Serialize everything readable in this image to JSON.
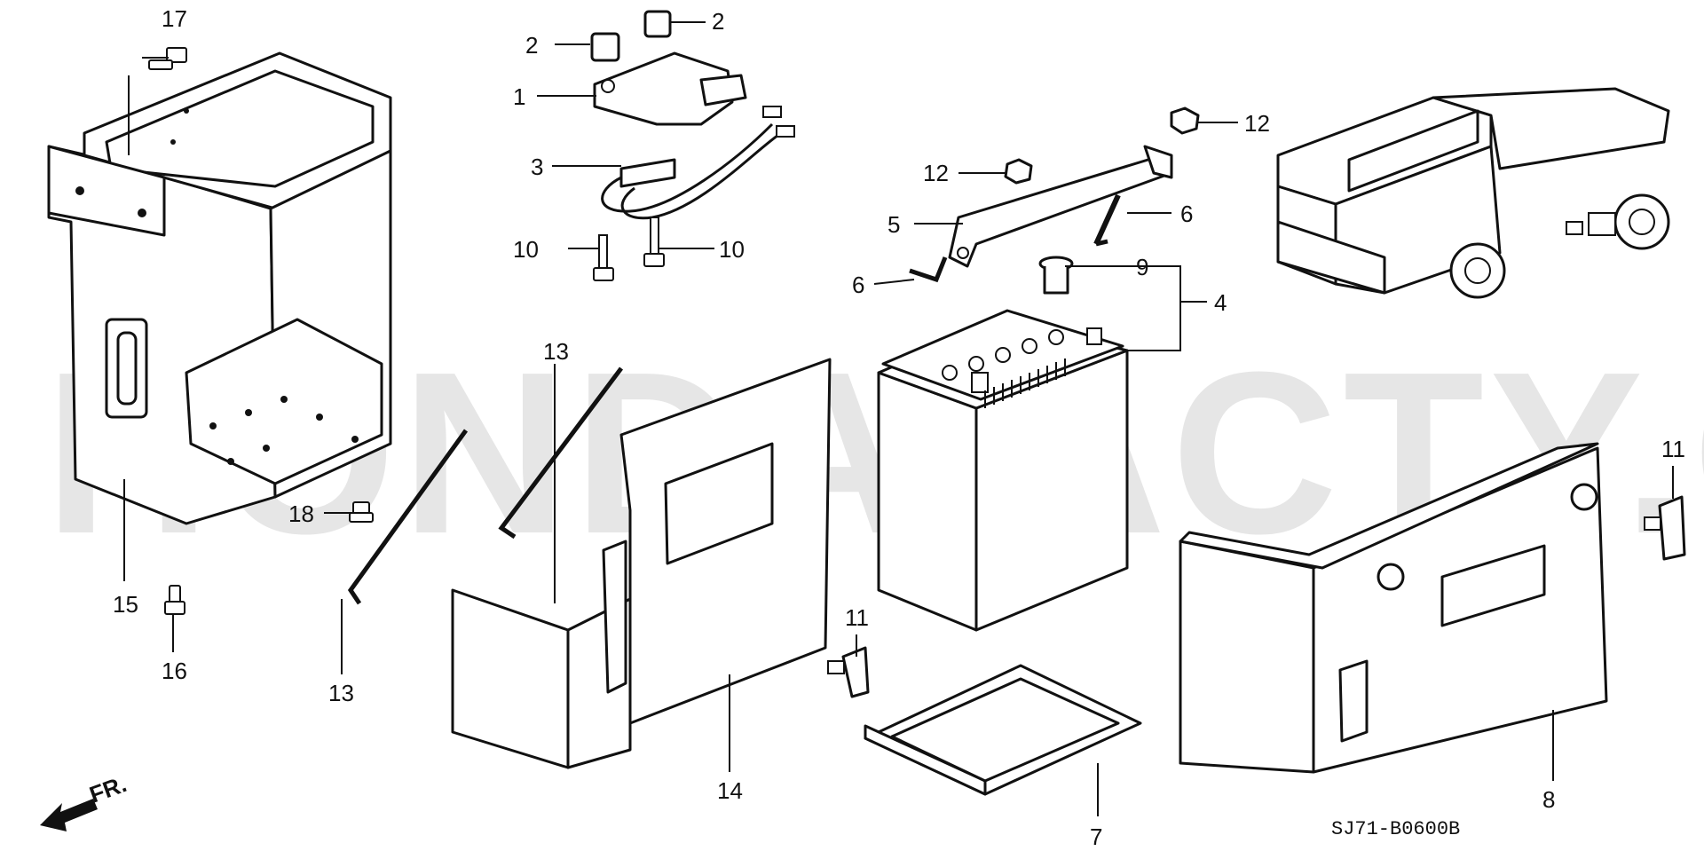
{
  "watermark": "HONDA-ACTY.COM",
  "diagram_code": "SJ71-B0600B",
  "front_indicator": "FR.",
  "callouts": [
    {
      "id": "c17",
      "text": "17"
    },
    {
      "id": "c2a",
      "text": "2"
    },
    {
      "id": "c2b",
      "text": "2"
    },
    {
      "id": "c1",
      "text": "1"
    },
    {
      "id": "c3",
      "text": "3"
    },
    {
      "id": "c10a",
      "text": "10"
    },
    {
      "id": "c10b",
      "text": "10"
    },
    {
      "id": "c12a",
      "text": "12"
    },
    {
      "id": "c12b",
      "text": "12"
    },
    {
      "id": "c5",
      "text": "5"
    },
    {
      "id": "c6a",
      "text": "6"
    },
    {
      "id": "c6b",
      "text": "6"
    },
    {
      "id": "c9",
      "text": "9"
    },
    {
      "id": "c4",
      "text": "4"
    },
    {
      "id": "c13a",
      "text": "13"
    },
    {
      "id": "c13b",
      "text": "13"
    },
    {
      "id": "c18",
      "text": "18"
    },
    {
      "id": "c15",
      "text": "15"
    },
    {
      "id": "c16",
      "text": "16"
    },
    {
      "id": "c11a",
      "text": "11"
    },
    {
      "id": "c11b",
      "text": "11"
    },
    {
      "id": "c14",
      "text": "14"
    },
    {
      "id": "c7",
      "text": "7"
    },
    {
      "id": "c8",
      "text": "8"
    }
  ]
}
